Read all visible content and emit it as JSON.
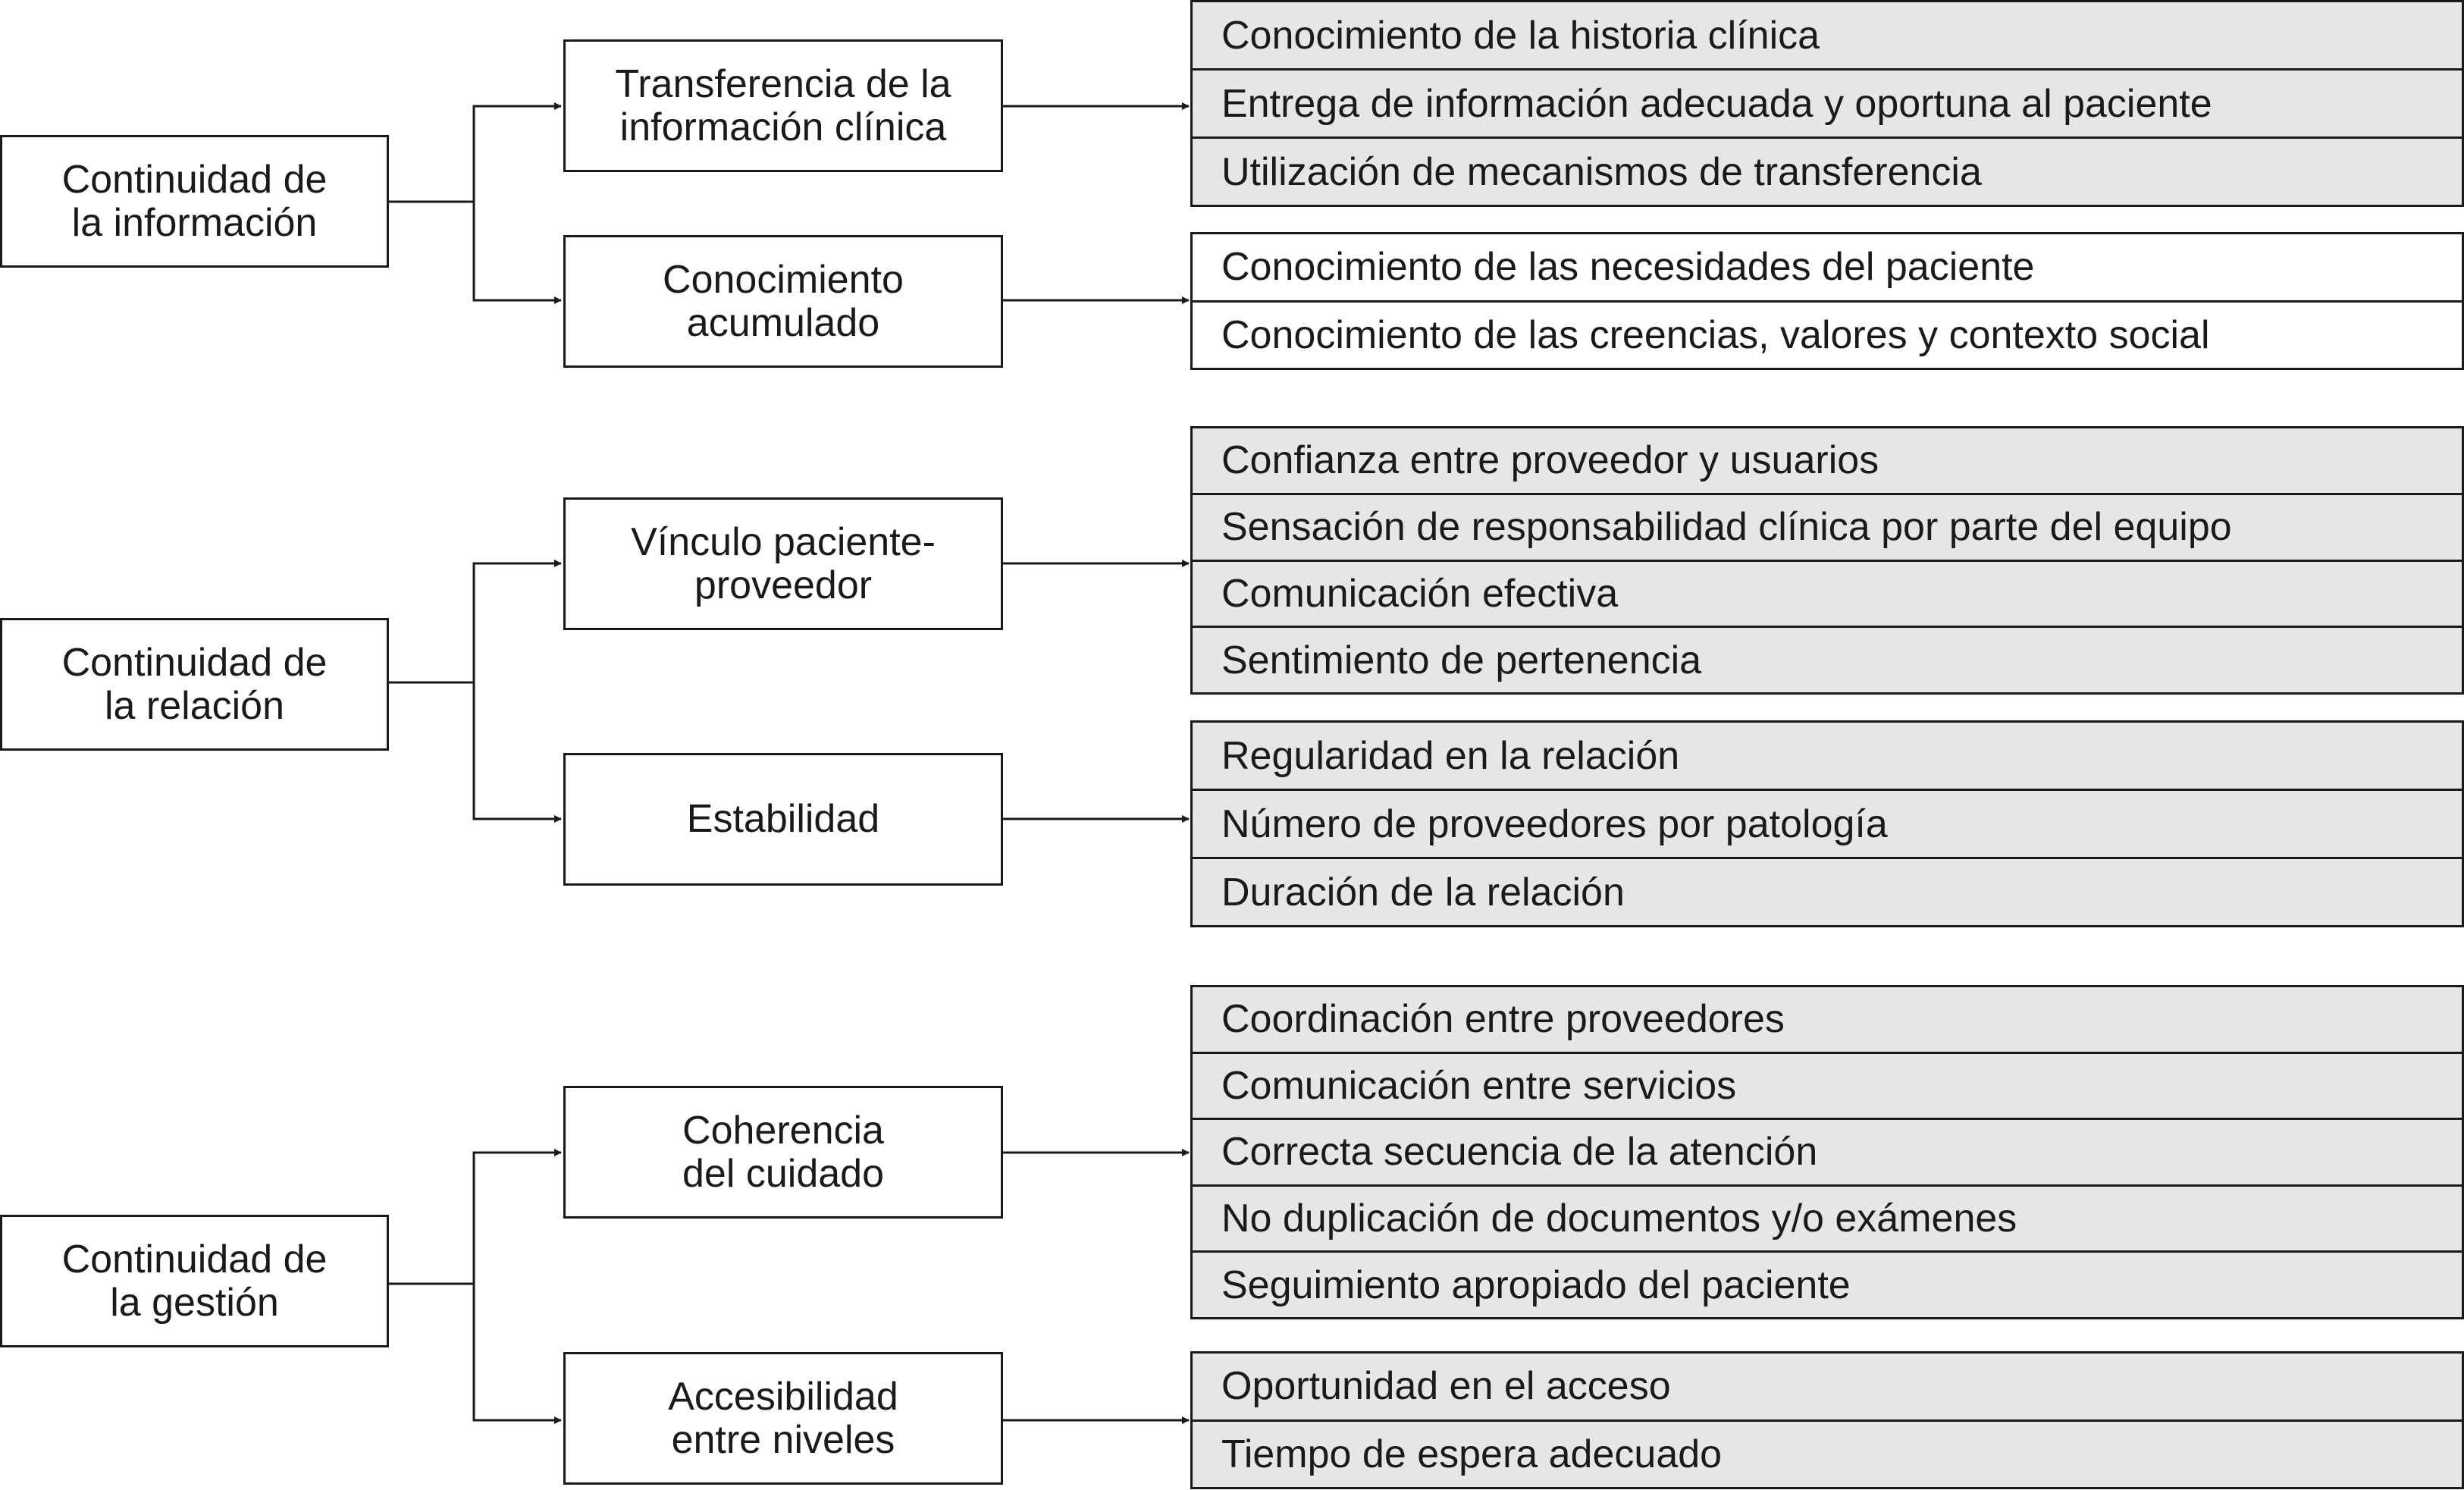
{
  "colors": {
    "line": "#1a1a1a",
    "gray_fill": "#e6e6e6",
    "white_fill": "#ffffff"
  },
  "groups": [
    {
      "root": {
        "line1": "Continuidad de",
        "line2": "la información"
      },
      "branches": [
        {
          "title": {
            "line1": "Transferencia de la",
            "line2": "información clínica"
          },
          "fill": "gray",
          "items": [
            "Conocimiento de la historia clínica",
            "Entrega de información adecuada y oportuna al paciente",
            "Utilización de mecanismos de transferencia"
          ]
        },
        {
          "title": {
            "line1": "Conocimiento",
            "line2": "acumulado"
          },
          "fill": "white",
          "items": [
            "Conocimiento de las necesidades del paciente",
            "Conocimiento de las creencias, valores y contexto social"
          ]
        }
      ]
    },
    {
      "root": {
        "line1": "Continuidad de",
        "line2": "la relación"
      },
      "branches": [
        {
          "title": {
            "line1": "Vínculo paciente-",
            "line2": "proveedor"
          },
          "fill": "gray",
          "items": [
            "Confianza entre proveedor y usuarios",
            "Sensación de responsabilidad clínica por parte del equipo",
            "Comunicación efectiva",
            "Sentimiento de pertenencia"
          ]
        },
        {
          "title": {
            "line1": "Estabilidad",
            "line2": ""
          },
          "fill": "gray",
          "items": [
            "Regularidad en la relación",
            "Número de proveedores por patología",
            "Duración de la relación"
          ]
        }
      ]
    },
    {
      "root": {
        "line1": "Continuidad de",
        "line2": "la gestión"
      },
      "branches": [
        {
          "title": {
            "line1": "Coherencia",
            "line2": "del cuidado"
          },
          "fill": "gray",
          "items": [
            "Coordinación entre proveedores",
            "Comunicación entre servicios",
            "Correcta secuencia de la atención",
            "No duplicación de documentos y/o exámenes",
            "Seguimiento apropiado del paciente"
          ]
        },
        {
          "title": {
            "line1": "Accesibilidad",
            "line2": "entre niveles"
          },
          "fill": "gray",
          "items": [
            "Oportunidad en el acceso",
            "Tiempo de espera adecuado"
          ]
        }
      ]
    }
  ]
}
